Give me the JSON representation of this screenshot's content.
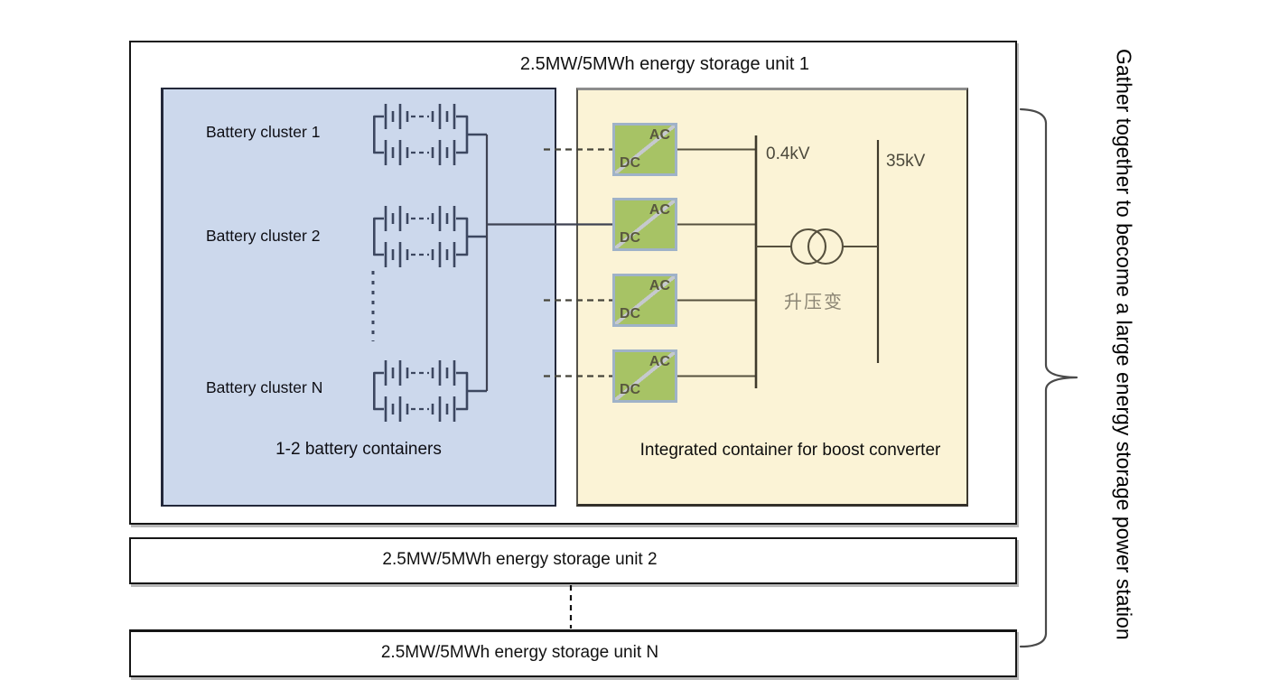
{
  "unit1": {
    "title": "2.5MW/5MWh energy storage unit 1",
    "battery_container": {
      "clusters": [
        "Battery cluster 1",
        "Battery cluster 2",
        "Battery cluster N"
      ],
      "caption": "1-2 battery containers"
    },
    "boost_container": {
      "caption": "Integrated container for boost converter",
      "converters": [
        {
          "ac": "AC",
          "dc": "DC"
        },
        {
          "ac": "AC",
          "dc": "DC"
        },
        {
          "ac": "AC",
          "dc": "DC"
        },
        {
          "ac": "AC",
          "dc": "DC"
        }
      ],
      "low_voltage_label": "0.4kV",
      "high_voltage_label": "35kV",
      "transformer_label": "升压变"
    }
  },
  "unit2": {
    "title": "2.5MW/5MWh energy storage unit 2"
  },
  "unitN": {
    "title": "2.5MW/5MWh energy storage unit N"
  },
  "annotation": "Gather together to become a large energy storage power station",
  "icons": {
    "battery_cluster_symbol": "battery-cells-parallel",
    "transformer_symbol": "two-overlapping-circles",
    "converter_symbol": "ac-dc-box-with-diagonal",
    "brace": "right-curly-brace"
  },
  "colors": {
    "battery_container_fill": "#ccd8ec",
    "boost_container_fill": "#fbf3d6",
    "converter_fill": "#a7c365",
    "converter_border": "#9fb2c8",
    "wire_slate": "#3c4760",
    "wire_olive": "#56503e",
    "box_border": "#161616"
  }
}
